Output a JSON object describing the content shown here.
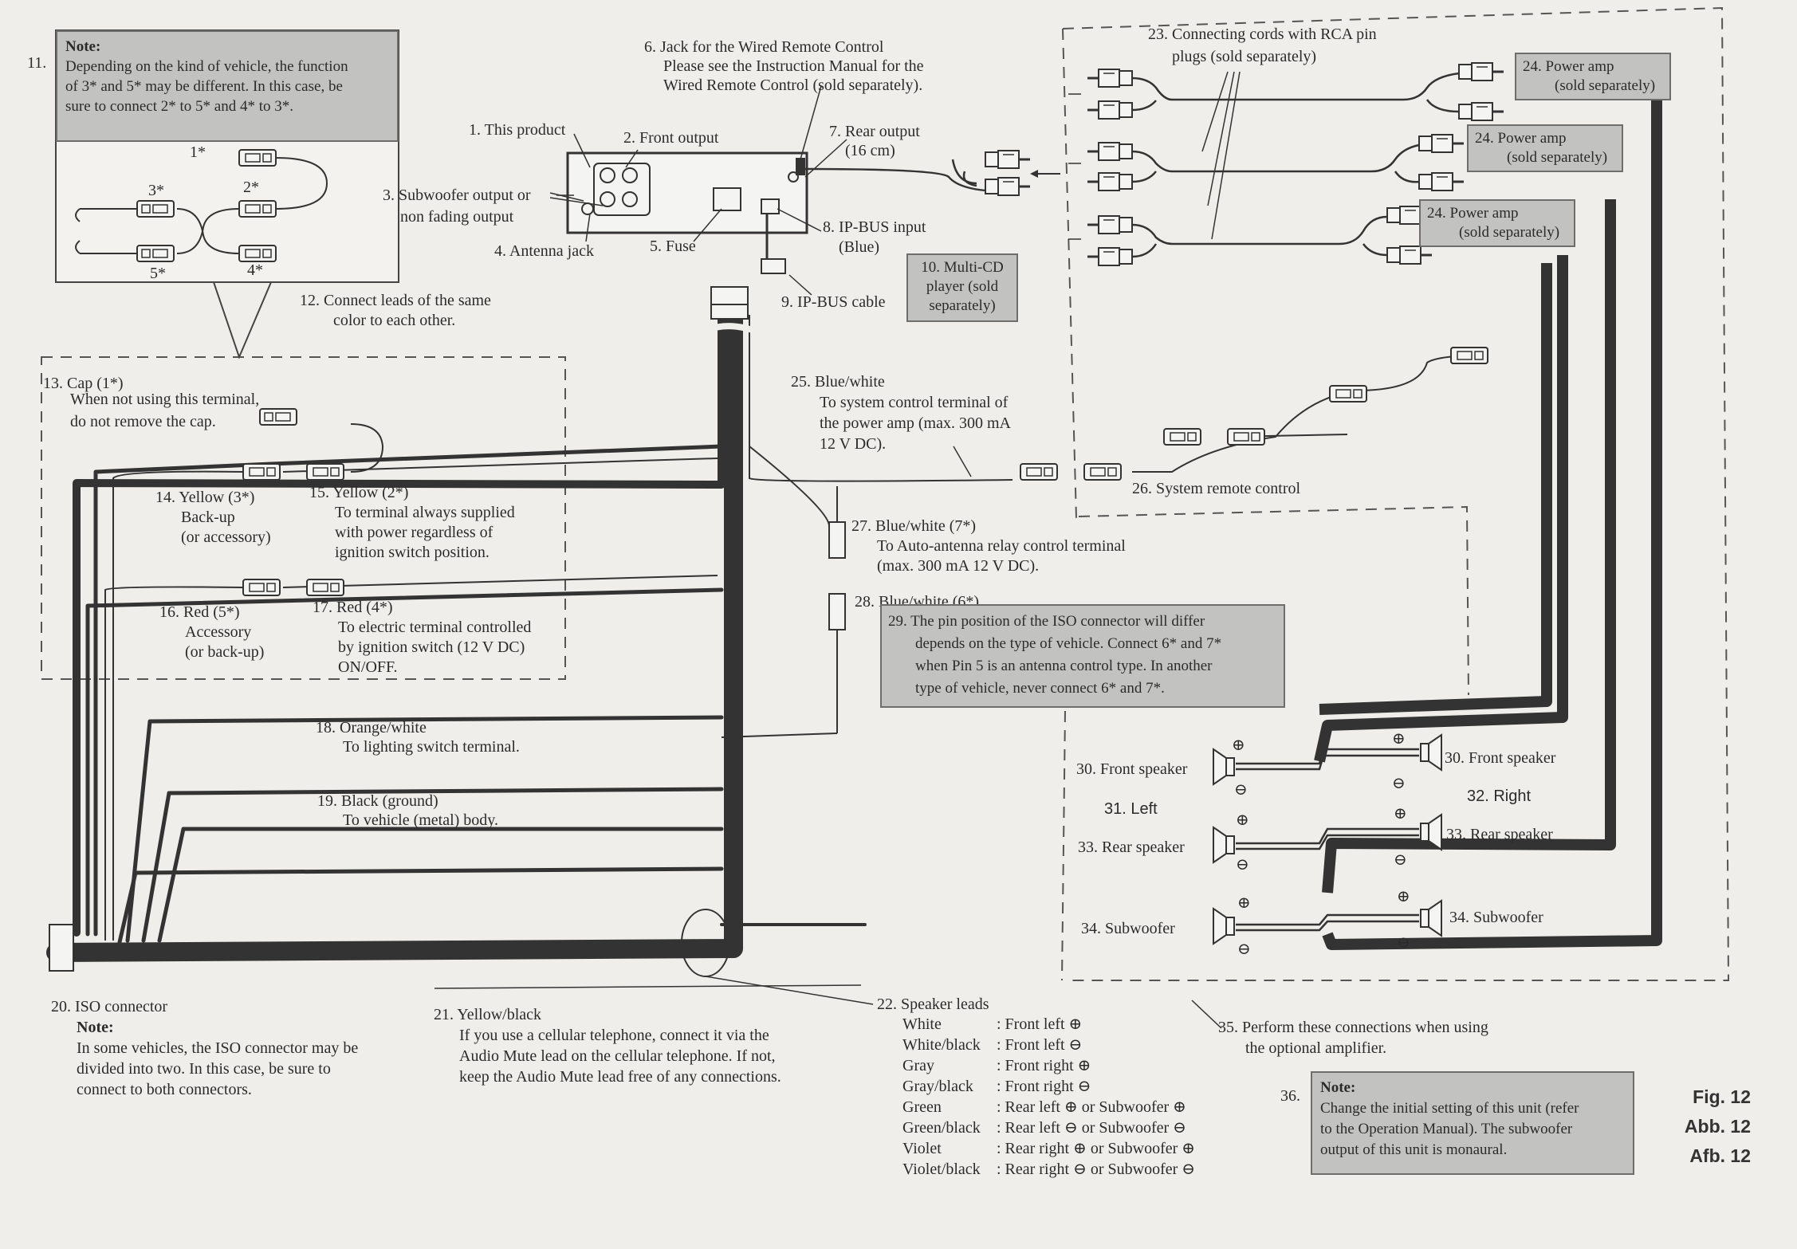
{
  "figure": {
    "en": "Fig. 12",
    "de": "Abb. 12",
    "nl": "Afb. 12"
  },
  "callouts": {
    "n1": "1. This product",
    "n2": "2. Front output",
    "n3a": "3. Subwoofer output or",
    "n3b": "non fading output",
    "n4": "4. Antenna jack",
    "n5": "5. Fuse",
    "n6a": "6. Jack for the Wired Remote Control",
    "n6b": "Please see the Instruction Manual for the",
    "n6c": "Wired Remote Control (sold separately).",
    "n7a": "7. Rear output",
    "n7b": "(16 cm)",
    "n8a": "8. IP-BUS input",
    "n8b": "(Blue)",
    "n9": "9. IP-BUS cable",
    "n10": [
      "10. Multi-CD",
      "player (sold",
      "separately)"
    ],
    "n11_num": "11.",
    "n11_title": "Note:",
    "n11_body": [
      "Depending on the kind of vehicle, the function",
      "of 3* and 5* may be different. In this case, be",
      "sure to connect 2* to 5* and 4* to 3*."
    ],
    "n12a": "12. Connect leads of the same",
    "n12b": "color to each other.",
    "n13a": "13. Cap (1*)",
    "n13b": "When not using this terminal,",
    "n13c": "do not remove the cap.",
    "n14": [
      "14. Yellow (3*)",
      "Back-up",
      "(or accessory)"
    ],
    "n15": [
      "15. Yellow (2*)",
      "To terminal always supplied",
      "with power regardless of",
      "ignition switch position."
    ],
    "n16": [
      "16. Red (5*)",
      "Accessory",
      "(or back-up)"
    ],
    "n17": [
      "17. Red (4*)",
      "To electric terminal controlled",
      "by ignition switch (12 V DC)",
      "ON/OFF."
    ],
    "n18a": "18. Orange/white",
    "n18b": "To lighting switch terminal.",
    "n19a": "19. Black (ground)",
    "n19b": "To vehicle (metal) body.",
    "n20a": "20. ISO connector",
    "n20_title": "Note:",
    "n20_body": [
      "In some vehicles, the ISO connector may be",
      "divided into two. In this case, be sure to",
      "connect to both connectors."
    ],
    "n21a": "21. Yellow/black",
    "n21_body": [
      "If you use a cellular telephone, connect it via the",
      "Audio Mute lead on the cellular telephone. If not,",
      "keep the Audio Mute lead free of any connections."
    ],
    "n22": "22. Speaker leads",
    "n23a": "23. Connecting cords with RCA pin",
    "n23b": "plugs (sold separately)",
    "n24": [
      "24. Power amp",
      "(sold separately)"
    ],
    "n25": [
      "25. Blue/white",
      "To system control terminal of",
      "the power amp (max. 300 mA",
      "12 V DC)."
    ],
    "n26": "26. System remote control",
    "n27": [
      "27. Blue/white (7*)",
      "To Auto-antenna relay control terminal",
      "(max. 300 mA 12 V DC)."
    ],
    "n28": "28. Blue/white (6*)",
    "n29": [
      "29. The pin position of the ISO connector will differ",
      "depends on the type of vehicle. Connect 6* and 7*",
      "when Pin 5 is an antenna control type. In another",
      "type of vehicle, never connect 6* and 7*."
    ],
    "n30": "30. Front speaker",
    "n31": "31. Left",
    "n32": "32. Right",
    "n33": "33. Rear speaker",
    "n34": "34. Subwoofer",
    "n35a": "35. Perform these connections when using",
    "n35b": "the optional amplifier.",
    "n36_num": "36.",
    "n36_title": "Note:",
    "n36_body": [
      "Change the initial setting of this unit (refer",
      "to the Operation Manual). The subwoofer",
      "output of this unit is monaural."
    ]
  },
  "connector_marks": {
    "c1": "1*",
    "c2": "2*",
    "c3": "3*",
    "c4": "4*",
    "c5": "5*"
  },
  "speaker_leads": [
    {
      "color": "White",
      "dest": ": Front left ⊕"
    },
    {
      "color": "White/black",
      "dest": ": Front left ⊖"
    },
    {
      "color": "Gray",
      "dest": ": Front right ⊕"
    },
    {
      "color": "Gray/black",
      "dest": ": Front right ⊖"
    },
    {
      "color": "Green",
      "dest": ": Rear left ⊕ or Subwoofer ⊕"
    },
    {
      "color": "Green/black",
      "dest": ": Rear left ⊖ or Subwoofer ⊖"
    },
    {
      "color": "Violet",
      "dest": ": Rear right ⊕ or Subwoofer ⊕"
    },
    {
      "color": "Violet/black",
      "dest": ": Rear right ⊖ or Subwoofer ⊖"
    }
  ],
  "polarity": {
    "plus": "⊕",
    "minus": "⊖"
  },
  "colors": {
    "paper": "#efeeea",
    "ink": "#2b2b2b",
    "note_fill": "#c2c2c0",
    "cable": "#3a3a3a"
  }
}
